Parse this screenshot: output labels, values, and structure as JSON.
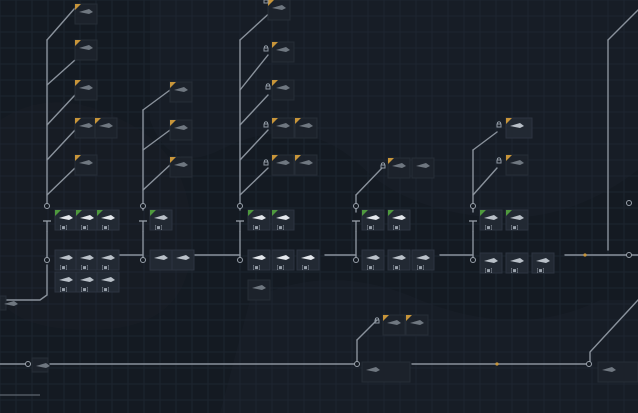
{
  "screen": {
    "name": "research-tree",
    "theme_bg": "#141a22",
    "accent": "#c8953a",
    "unlocked": "#4f9a3e"
  },
  "tile_label": "[■]",
  "nodes": [
    {
      "id": "col1-a",
      "icon": "ship-hull-icon",
      "flag": "orange",
      "state": "dim"
    },
    {
      "id": "col1-b",
      "icon": "ship-hull-icon",
      "flag": "orange",
      "state": "dim"
    },
    {
      "id": "col1-c",
      "icon": "ship-hull-icon",
      "flag": "orange",
      "state": "dim"
    },
    {
      "id": "col1-d",
      "icon": "ship-hull-icon",
      "flag": "orange",
      "state": "dim"
    },
    {
      "id": "col1-e",
      "icon": "ship-hull-icon",
      "flag": "orange",
      "state": "dim"
    },
    {
      "id": "col1-f",
      "icon": "ship-hull-icon",
      "flag": "green",
      "state": "unlocked"
    },
    {
      "id": "col2-f",
      "icon": "ship-hull-icon",
      "flag": "green",
      "state": "unlocked"
    },
    {
      "id": "col3-f",
      "icon": "ship-hull-icon",
      "flag": "green",
      "state": "unlocked"
    },
    {
      "id": "col4-f",
      "icon": "ship-hull-icon",
      "flag": "green",
      "state": "unlocked"
    },
    {
      "id": "col5-f",
      "icon": "ship-hull-icon",
      "flag": "green",
      "state": "unlocked"
    }
  ]
}
